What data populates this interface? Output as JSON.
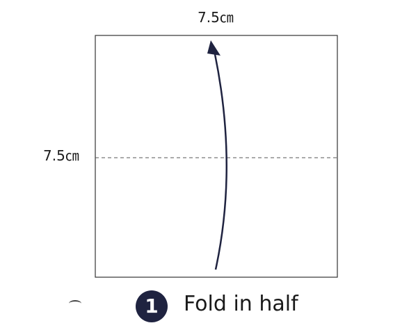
{
  "diagram": {
    "dimension_top": "7.5㎝",
    "dimension_left": "7.5㎝",
    "colors": {
      "paper_border": "#333333",
      "fold_line": "#555555",
      "arrow": "#1f2340",
      "badge": "#1f2340"
    }
  },
  "step": {
    "number": "1",
    "instruction": "Fold in half"
  }
}
